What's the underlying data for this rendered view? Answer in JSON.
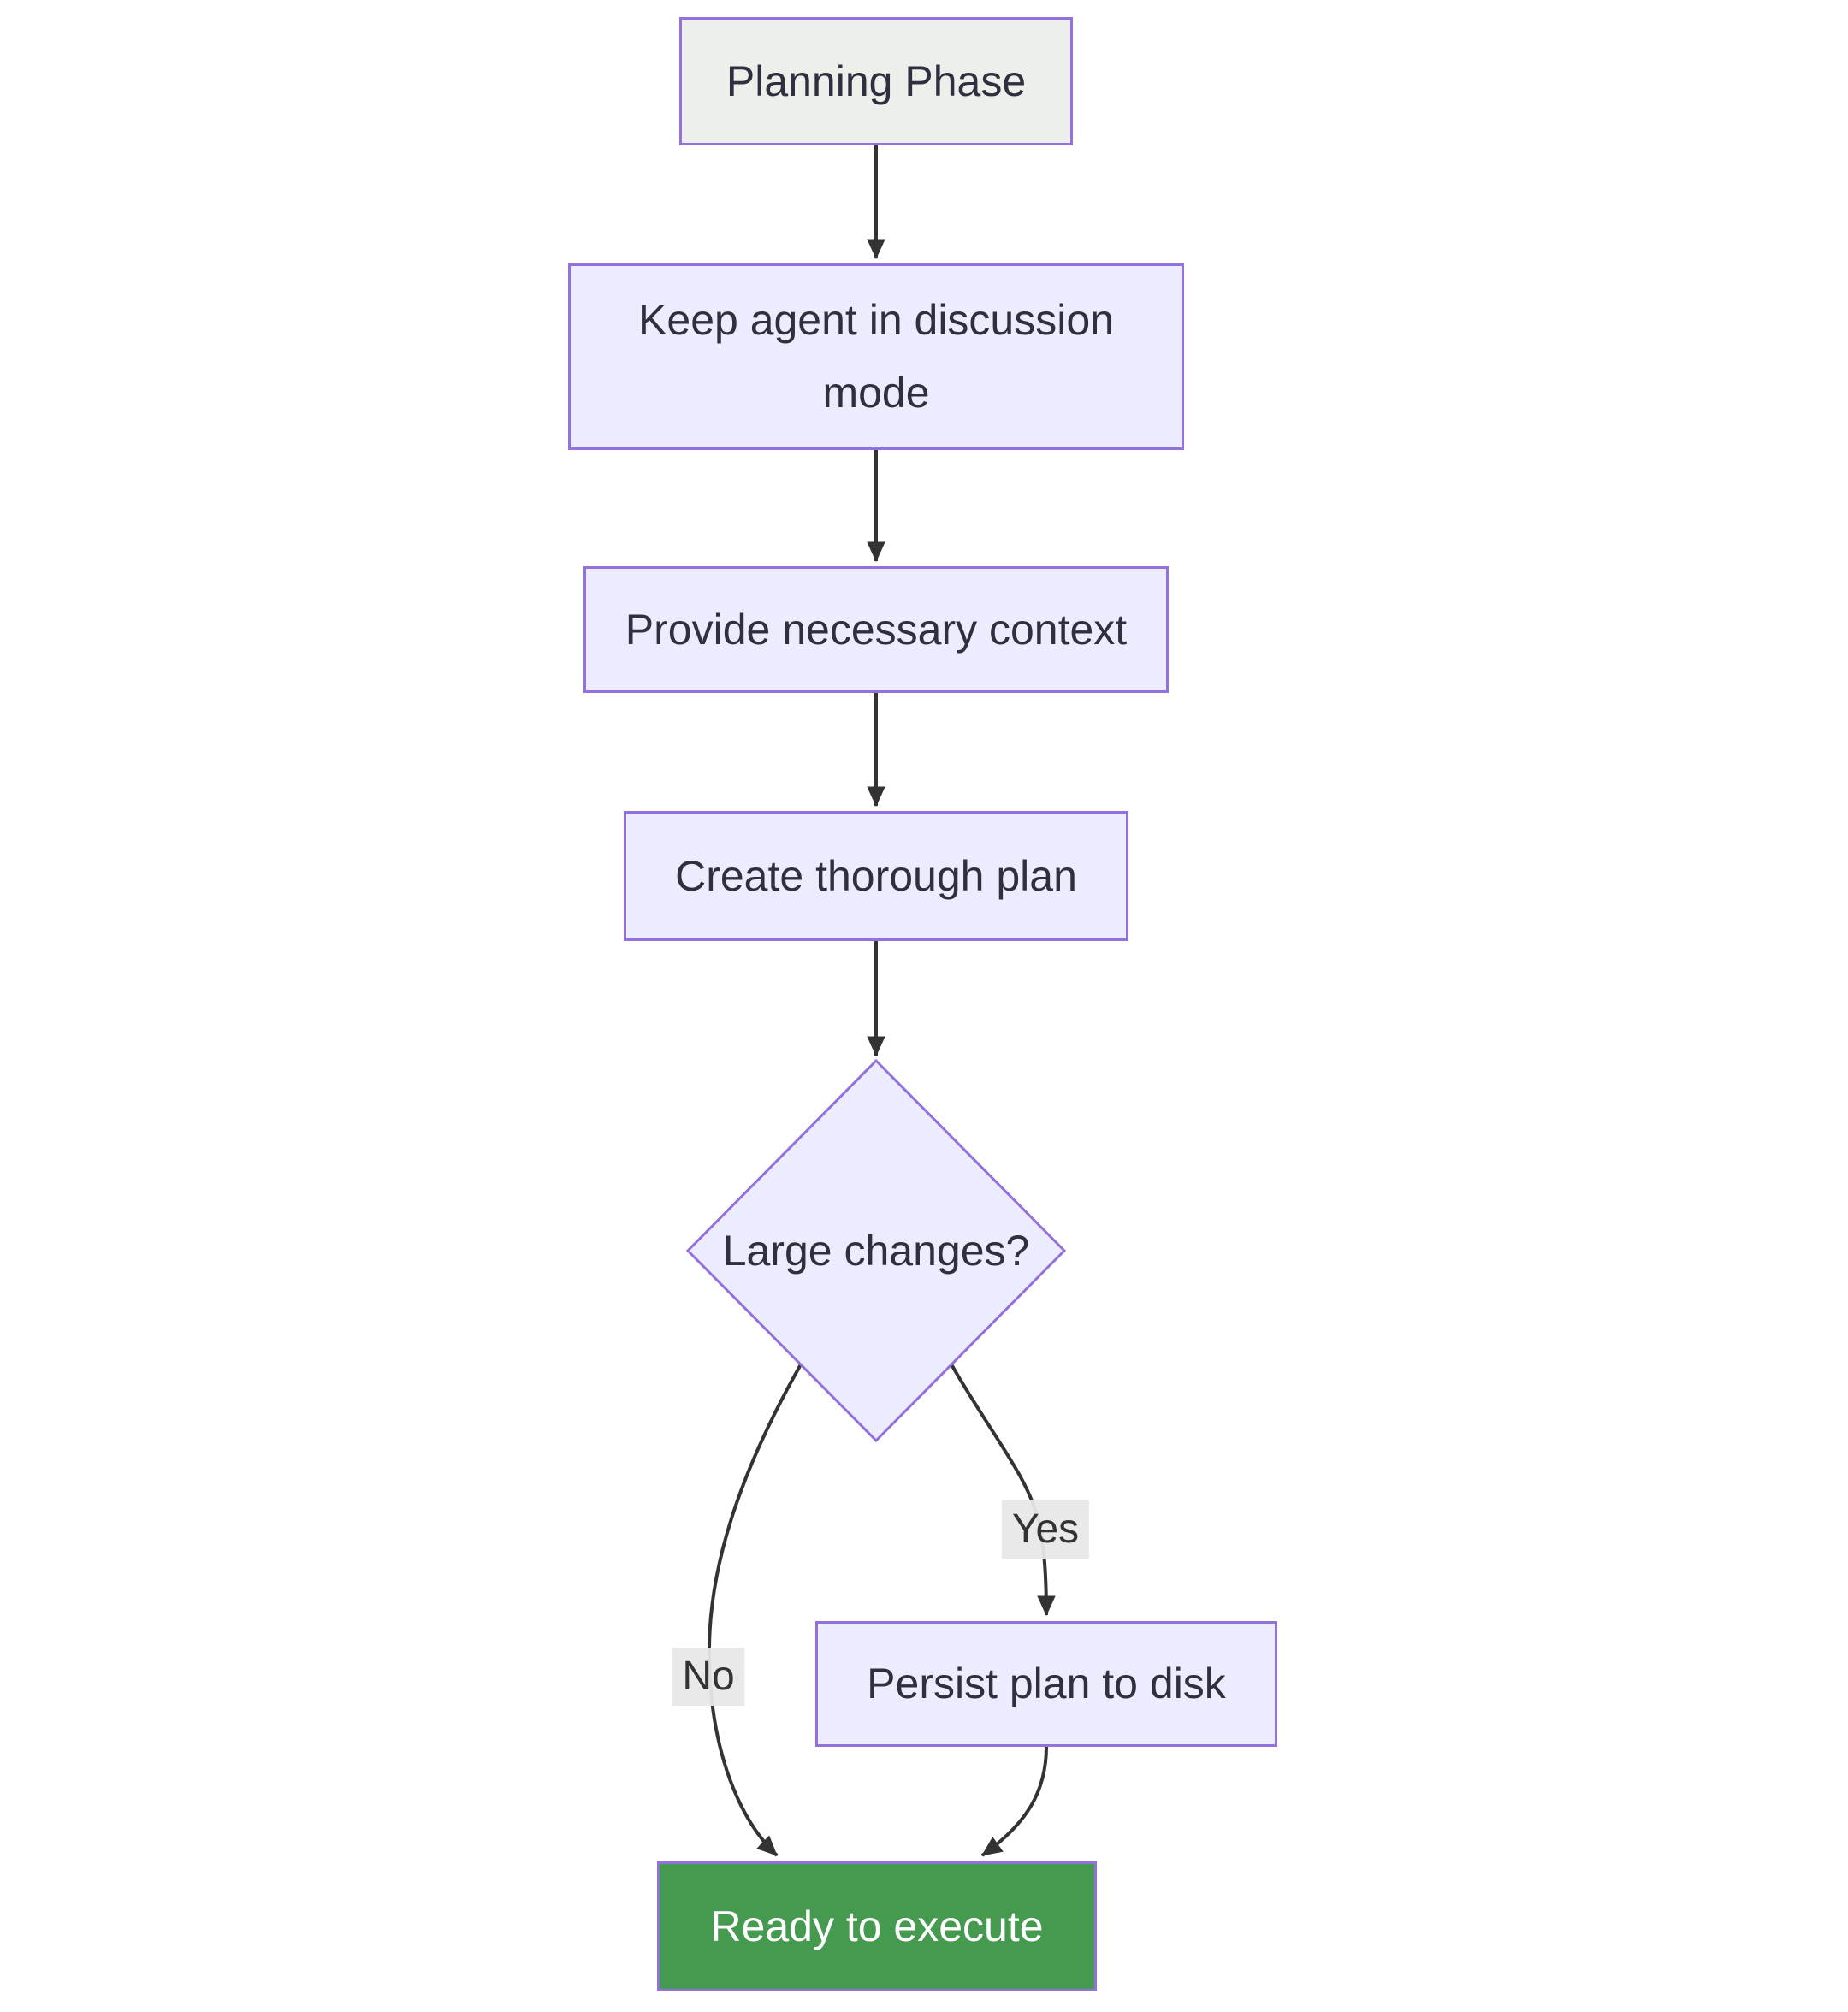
{
  "diagram": {
    "type": "flowchart",
    "direction": "top-down",
    "background": "#ffffff",
    "nodes": {
      "planning": {
        "label": "Planning Phase",
        "shape": "rect",
        "fill": "#ecf0ea",
        "border": "#9370DB",
        "text_color": "#2f2f3f"
      },
      "keep_discussion": {
        "label": "Keep agent in discussion mode",
        "shape": "rect",
        "fill": "#ECECFF",
        "border": "#9370DB",
        "text_color": "#2f2f3f"
      },
      "provide_context": {
        "label": "Provide necessary context",
        "shape": "rect",
        "fill": "#ECECFF",
        "border": "#9370DB",
        "text_color": "#2f2f3f"
      },
      "create_plan": {
        "label": "Create thorough plan",
        "shape": "rect",
        "fill": "#ECECFF",
        "border": "#9370DB",
        "text_color": "#2f2f3f"
      },
      "large_changes": {
        "label": "Large changes?",
        "shape": "diamond",
        "fill": "#ECECFF",
        "border": "#9370DB",
        "text_color": "#2f2f3f"
      },
      "persist_plan": {
        "label": "Persist plan to disk",
        "shape": "rect",
        "fill": "#ECECFF",
        "border": "#9370DB",
        "text_color": "#2f2f3f"
      },
      "ready_execute": {
        "label": "Ready to execute",
        "shape": "rect",
        "fill": "#469a4f",
        "border": "#9370DB",
        "text_color": "#ffffff"
      }
    },
    "edge_labels": {
      "yes": "Yes",
      "no": "No"
    },
    "edges": [
      {
        "from": "planning",
        "to": "keep_discussion",
        "label": ""
      },
      {
        "from": "keep_discussion",
        "to": "provide_context",
        "label": ""
      },
      {
        "from": "provide_context",
        "to": "create_plan",
        "label": ""
      },
      {
        "from": "create_plan",
        "to": "large_changes",
        "label": ""
      },
      {
        "from": "large_changes",
        "to": "persist_plan",
        "label": "Yes"
      },
      {
        "from": "large_changes",
        "to": "ready_execute",
        "label": "No"
      },
      {
        "from": "persist_plan",
        "to": "ready_execute",
        "label": ""
      }
    ],
    "colors": {
      "edge_line": "#333333",
      "edge_label_bg": "#e8e8e8",
      "node_fill": "#ECECFF",
      "node_border": "#9370DB",
      "planning_fill": "#ecf0ea",
      "success_fill": "#469a4f",
      "success_text": "#ffffff",
      "text": "#2f2f3f"
    }
  }
}
